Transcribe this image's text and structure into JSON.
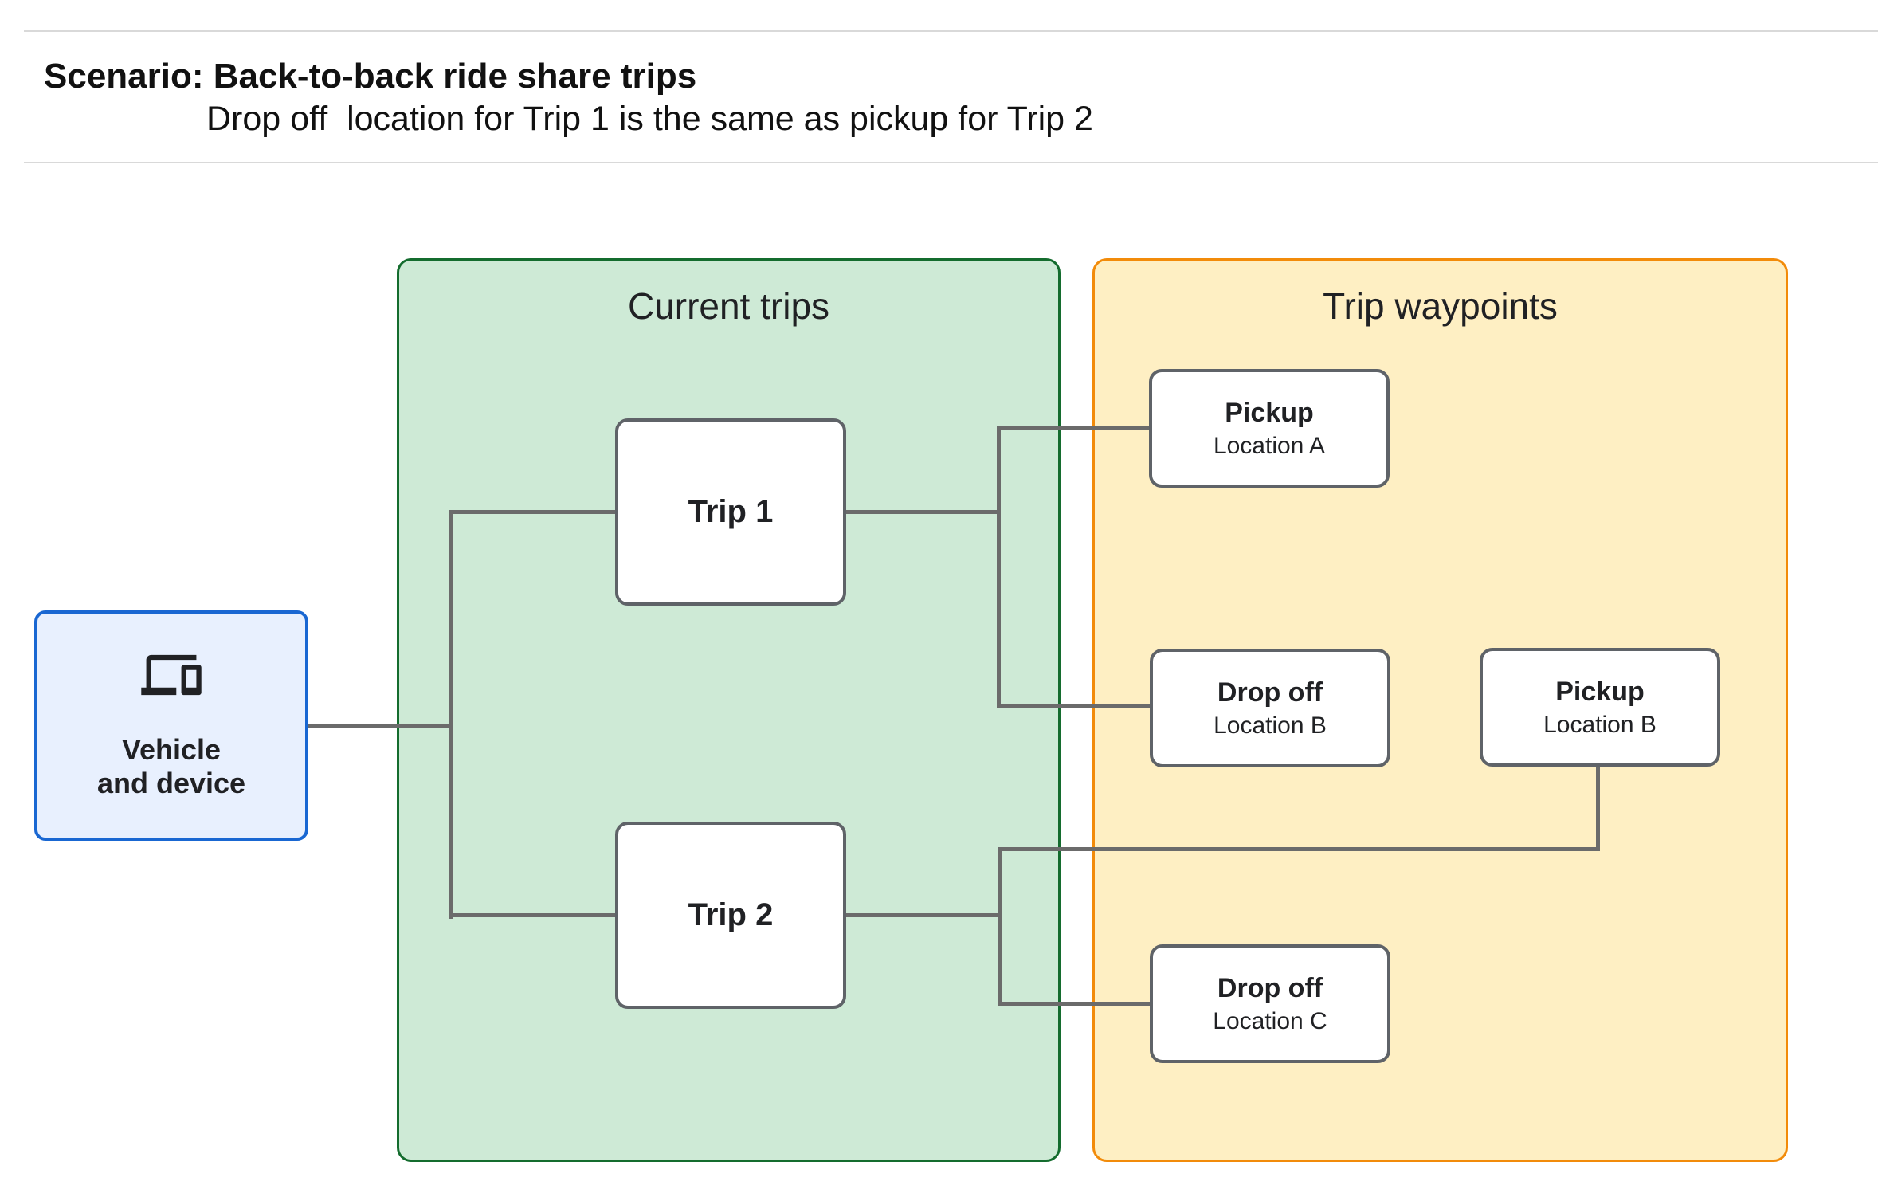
{
  "header": {
    "title": "Scenario: Back-to-back ride share trips",
    "subtitle": "Drop off  location for Trip 1 is the same as pickup for Trip 2"
  },
  "vehicle_node": {
    "line1": "Vehicle",
    "line2": "and device",
    "icon": "devices-icon"
  },
  "containers": {
    "current_trips": {
      "title": "Current trips"
    },
    "trip_waypoints": {
      "title": "Trip waypoints"
    }
  },
  "trip_nodes": [
    {
      "label": "Trip 1"
    },
    {
      "label": "Trip 2"
    }
  ],
  "waypoint_nodes": [
    {
      "title": "Pickup",
      "subtitle": "Location A"
    },
    {
      "title": "Drop off",
      "subtitle": "Location B"
    },
    {
      "title": "Pickup",
      "subtitle": "Location B"
    },
    {
      "title": "Drop off",
      "subtitle": "Location C"
    }
  ],
  "colors": {
    "canvas-bg": "#ffffff",
    "divider": "#d9d9d9",
    "text": "#202124",
    "line": "#6b6b6b",
    "node-border": "#5f6368",
    "node-bg": "#ffffff",
    "vehicle-bg": "#e8f0fe",
    "vehicle-border": "#1967d2",
    "green-bg": "#ceead6",
    "green-border": "#146c2e",
    "yellow-bg": "#feefc3",
    "yellow-border": "#f28b0a"
  }
}
